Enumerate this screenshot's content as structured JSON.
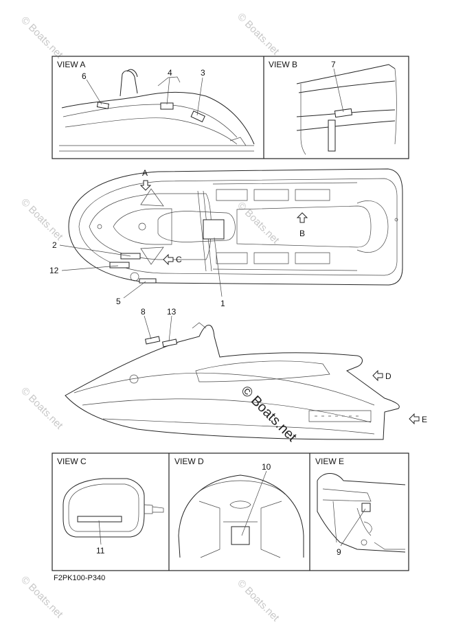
{
  "views": {
    "a": "VIEW A",
    "b": "VIEW B",
    "c": "VIEW C",
    "d": "VIEW D",
    "e": "VIEW E"
  },
  "callouts": {
    "n1": "1",
    "n2": "2",
    "n3": "3",
    "n4": "4",
    "n5": "5",
    "n6": "6",
    "n7": "7",
    "n8": "8",
    "n9": "9",
    "n10": "10",
    "n11": "11",
    "n12": "12",
    "n13": "13"
  },
  "arrow_letters": {
    "A": "A",
    "B": "B",
    "C": "C",
    "D": "D",
    "E": "E"
  },
  "drawing_code": "F2PK100-P340",
  "watermark": {
    "small": "© Boats.net",
    "center": "© Boats.net"
  }
}
